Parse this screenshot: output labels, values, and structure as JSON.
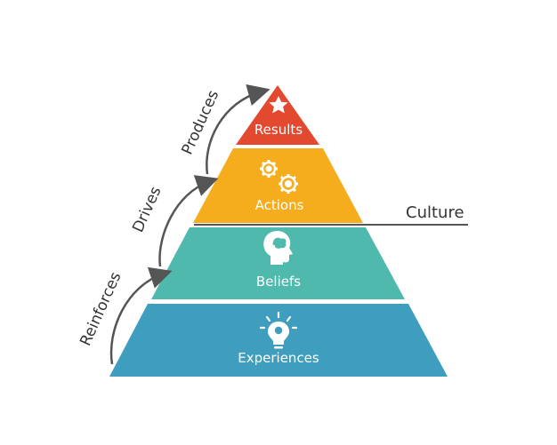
{
  "diagram": {
    "tiers": [
      {
        "label": "Results",
        "icon": "star-icon",
        "color": "#e2492f"
      },
      {
        "label": "Actions",
        "icon": "gears-icon",
        "color": "#f5ad1d"
      },
      {
        "label": "Beliefs",
        "icon": "head-icon",
        "color": "#4fb9ad"
      },
      {
        "label": "Experiences",
        "icon": "lightbulb-icon",
        "color": "#3f9dbd"
      }
    ],
    "arrows": [
      {
        "label": "Reinforces"
      },
      {
        "label": "Drives"
      },
      {
        "label": "Produces"
      }
    ],
    "culture": {
      "label": "Culture"
    },
    "line_color": "#555555",
    "arrow_color": "#555555"
  }
}
